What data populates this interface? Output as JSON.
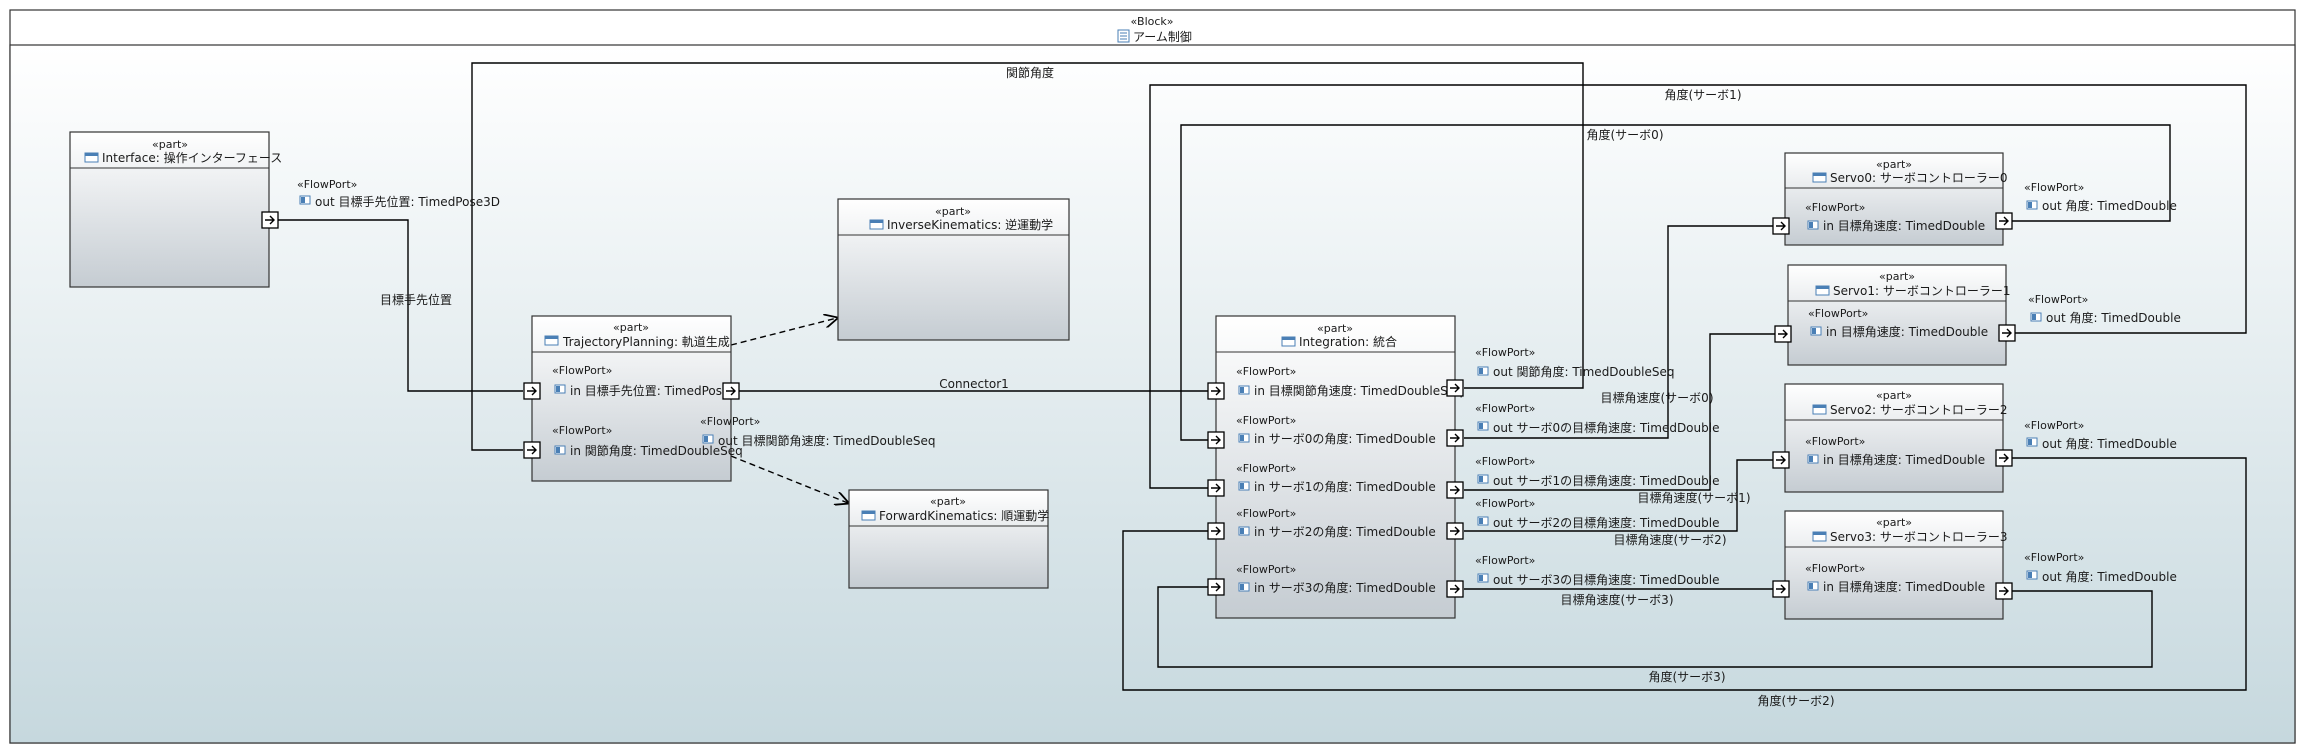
{
  "block": {
    "stereotype": "«Block»",
    "name": "アーム制御"
  },
  "parts": {
    "interface": {
      "stereotype": "«part»",
      "name": "Interface: 操作インターフェース"
    },
    "trajectory": {
      "stereotype": "«part»",
      "name": "TrajectoryPlanning: 軌道生成"
    },
    "inverse": {
      "stereotype": "«part»",
      "name": "InverseKinematics: 逆運動学"
    },
    "forward": {
      "stereotype": "«part»",
      "name": "ForwardKinematics: 順運動学"
    },
    "integration": {
      "stereotype": "«part»",
      "name": "Integration: 統合"
    },
    "servo0": {
      "stereotype": "«part»",
      "name": "Servo0: サーボコントローラー0"
    },
    "servo1": {
      "stereotype": "«part»",
      "name": "Servo1: サーボコントローラー1"
    },
    "servo2": {
      "stereotype": "«part»",
      "name": "Servo2: サーボコントローラー2"
    },
    "servo3": {
      "stereotype": "«part»",
      "name": "Servo3: サーボコントローラー3"
    }
  },
  "flowport_stereotype": "«FlowPort»",
  "ports": {
    "iface_out": "out 目標手先位置: TimedPose3D",
    "traj_in_pos": "in 目標手先位置: TimedPose",
    "traj_in_angle": "in 関節角度: TimedDoubleSeq",
    "traj_out": "out 目標関節角速度: TimedDoubleSeq",
    "int_in_target": "in 目標関節角速度: TimedDoubleSeq",
    "int_in_s0": "in サーボ0の角度: TimedDouble",
    "int_in_s1": "in サーボ1の角度: TimedDouble",
    "int_in_s2": "in サーボ2の角度: TimedDouble",
    "int_in_s3": "in サーボ3の角度: TimedDouble",
    "int_out_angle": "out 関節角度: TimedDoubleSeq",
    "int_out_s0": "out サーボ0の目標角速度: TimedDouble",
    "int_out_s1": "out サーボ1の目標角速度: TimedDouble",
    "int_out_s2": "out サーボ2の目標角速度: TimedDouble",
    "int_out_s3": "out サーボ3の目標角速度: TimedDouble",
    "servo_in": "in 目標角速度: TimedDouble",
    "servo_out": "out 角度: TimedDouble"
  },
  "connectors": {
    "target_pos": "目標手先位置",
    "connector1": "Connector1",
    "joint_angle": "関節角度",
    "angle_s0": "角度(サーボ0)",
    "angle_s1": "角度(サーボ1)",
    "angle_s2": "角度(サーボ2)",
    "angle_s3": "角度(サーボ3)",
    "vel_s0": "目標角速度(サーボ0)",
    "vel_s1": "目標角速度(サーボ1)",
    "vel_s2": "目標角速度(サーボ2)",
    "vel_s3": "目標角速度(サーボ3)"
  },
  "colors": {
    "bg_top": "#ffffff",
    "bg_bottom": "#c6d8de",
    "part_top": "#ffffff",
    "part_bottom": "#c5ccd2",
    "icon": "#4a7fb5"
  }
}
